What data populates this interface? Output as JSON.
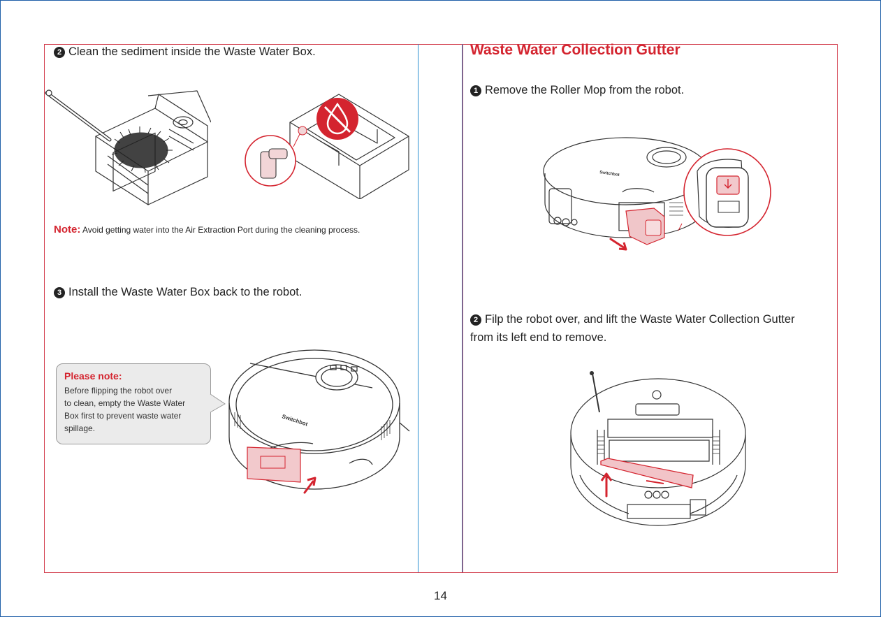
{
  "left": {
    "step2": {
      "badge": "2",
      "text": "Clean the sediment inside the Waste Water Box."
    },
    "note": {
      "label": "Note:",
      "text": "Avoid getting water into the Air Extraction Port during the cleaning process."
    },
    "step3": {
      "badge": "3",
      "text": "Install the Waste Water Box back to the robot."
    },
    "please_note": {
      "title": "Please note:",
      "lines": [
        "Before flipping the robot over",
        "to clean, empty the Waste Water",
        "Box first to prevent waste water",
        "spillage."
      ]
    },
    "robot_brand": "Switchbot"
  },
  "right": {
    "heading": "Waste Water Collection Gutter",
    "step1": {
      "badge": "1",
      "text": "Remove the Roller Mop from the robot."
    },
    "step2": {
      "badge": "2",
      "line1": "Filp the robot over, and lift the Waste Water Collection Gutter",
      "line2": "from its left end to remove."
    },
    "robot_brand": "Switchbot"
  },
  "page_number": "14",
  "colors": {
    "accent": "#d4242f",
    "frame": "#d23a4a",
    "divider": "#2b8fd0",
    "border": "#1f5fa8"
  },
  "icons": [
    "no-water-icon",
    "arrow-icon"
  ]
}
